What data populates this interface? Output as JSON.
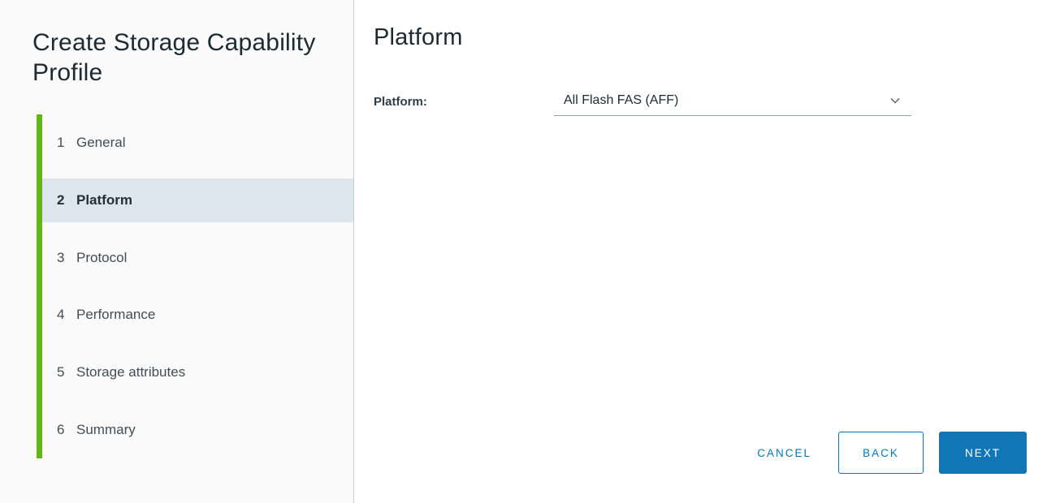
{
  "wizard": {
    "title": "Create Storage Capability Profile",
    "steps": [
      {
        "number": "1",
        "label": "General",
        "active": false
      },
      {
        "number": "2",
        "label": "Platform",
        "active": true
      },
      {
        "number": "3",
        "label": "Protocol",
        "active": false
      },
      {
        "number": "4",
        "label": "Performance",
        "active": false
      },
      {
        "number": "5",
        "label": "Storage attributes",
        "active": false
      },
      {
        "number": "6",
        "label": "Summary",
        "active": false
      }
    ],
    "content": {
      "heading": "Platform",
      "form": {
        "platform_label": "Platform:",
        "platform_value": "All Flash FAS (AFF)",
        "dropdown_icon": "chevron-down-icon"
      }
    },
    "footer": {
      "cancel_label": "CANCEL",
      "back_label": "BACK",
      "next_label": "NEXT"
    }
  },
  "colors": {
    "accent_green": "#61b715",
    "active_step_bg": "#dde6ed",
    "link_blue": "#0079b8",
    "primary_button_bg": "#1076b6",
    "sidebar_bg": "#fafafa",
    "divider": "#cccccc",
    "text_dark": "#1b2a33"
  }
}
